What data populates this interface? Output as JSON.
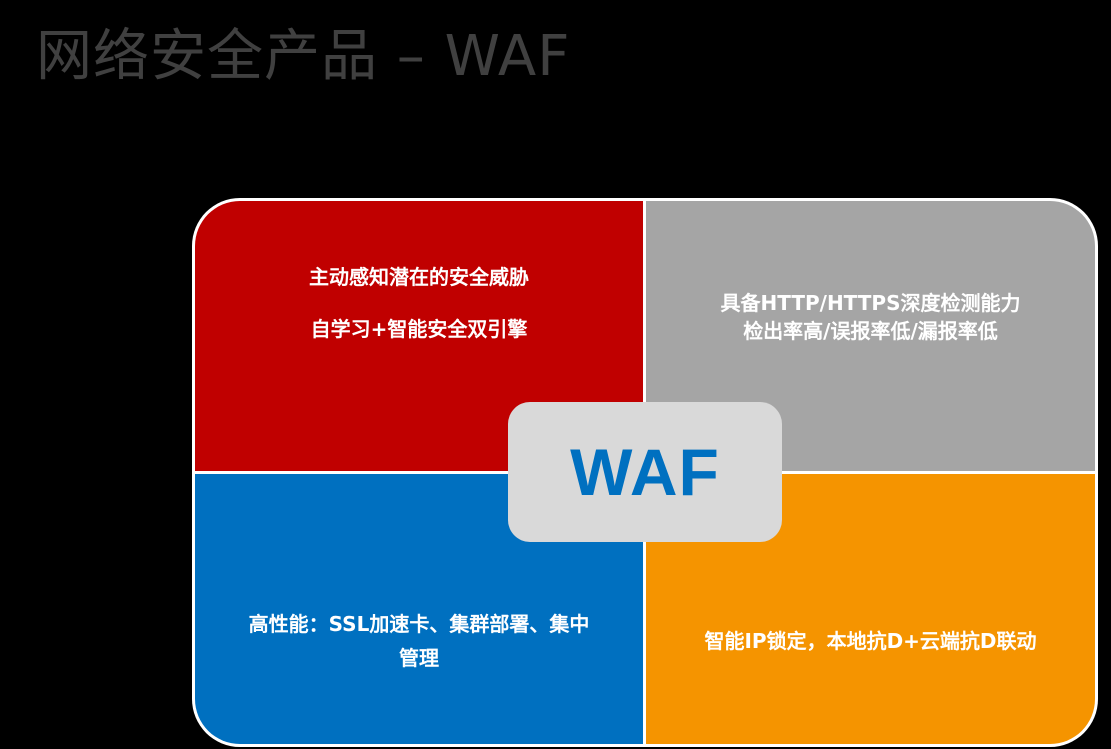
{
  "slide": {
    "title": "网络安全产品 – WAF",
    "colors": {
      "background": "#000000",
      "title": "#404040",
      "frame_border": "#ffffff",
      "red": "#c00000",
      "gray": "#a5a5a5",
      "blue": "#0070c0",
      "orange": "#f59400",
      "badge_bg": "#d9d9d9",
      "badge_text": "#0070c0"
    }
  },
  "center": {
    "label": "WAF"
  },
  "quadrants": {
    "top_left": {
      "lines": [
        "主动感知潜在的安全威胁",
        "自学习+智能安全双引擎"
      ]
    },
    "top_right": {
      "lines": [
        "具备HTTP/HTTPS深度检测能力",
        "检出率高/误报率低/漏报率低"
      ]
    },
    "bottom_left": {
      "lines": [
        "高性能：SSL加速卡、集群部署、集中",
        "管理"
      ]
    },
    "bottom_right": {
      "lines": [
        "智能IP锁定，本地抗D+云端抗D联动"
      ]
    }
  }
}
